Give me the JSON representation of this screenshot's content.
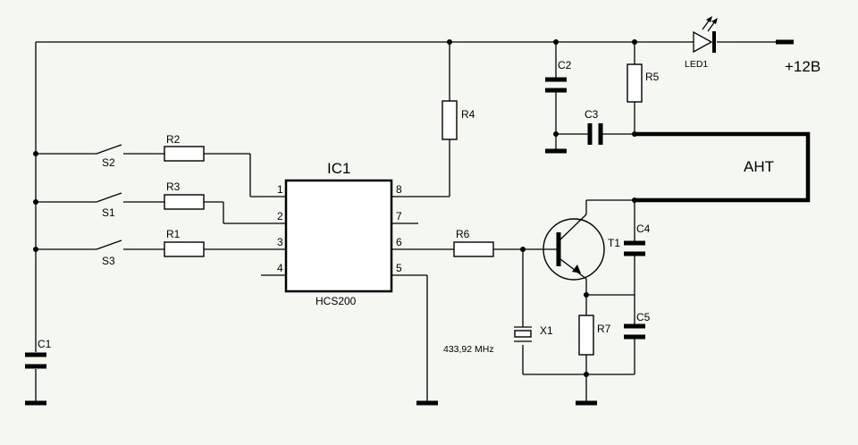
{
  "labels": {
    "ic": "IC1",
    "ic_part": "HCS200",
    "supply": "+12В",
    "antenna": "АНТ",
    "led": "LED1",
    "crystal": "X1",
    "crystal_freq": "433,92 MHz",
    "transistor": "T1",
    "r1": "R1",
    "r2": "R2",
    "r3": "R3",
    "r4": "R4",
    "r5": "R5",
    "r6": "R6",
    "r7": "R7",
    "c1": "C1",
    "c2": "C2",
    "c3": "C3",
    "c4": "C4",
    "c5": "C5",
    "s1": "S1",
    "s2": "S2",
    "s3": "S3"
  },
  "pins": [
    "1",
    "2",
    "3",
    "4",
    "5",
    "6",
    "7",
    "8"
  ]
}
